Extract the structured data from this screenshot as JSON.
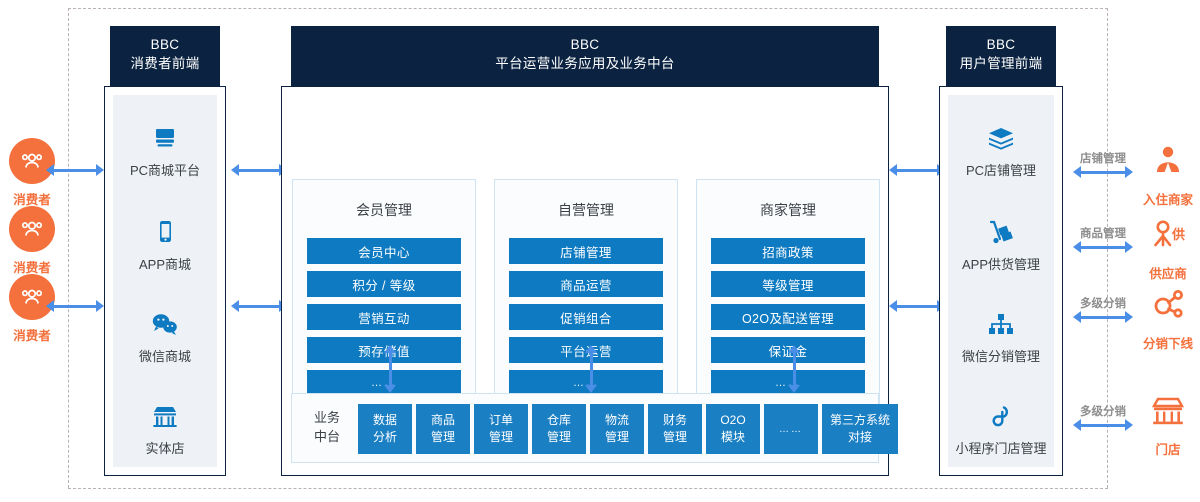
{
  "left_panel": {
    "header_line1": "BBC",
    "header_line2": "消费者前端",
    "items": [
      {
        "label": "PC商城平台",
        "icon": "monitor-icon"
      },
      {
        "label": "APP商城",
        "icon": "mobile-phone-icon"
      },
      {
        "label": "微信商城",
        "icon": "wechat-icon"
      },
      {
        "label": "实体店",
        "icon": "storefront-icon"
      }
    ]
  },
  "center_panel": {
    "header_line1": "BBC",
    "header_line2": "平台运营业务应用及业务中台",
    "categories": [
      {
        "title": "会员管理",
        "chips": [
          "会员中心",
          "积分 / 等级",
          "营销互动",
          "预存储值",
          "……"
        ]
      },
      {
        "title": "自营管理",
        "chips": [
          "店铺管理",
          "商品运营",
          "促销组合",
          "平台运营",
          "……"
        ]
      },
      {
        "title": "商家管理",
        "chips": [
          "招商政策",
          "等级管理",
          "O2O及配送管理",
          "保证金",
          "……"
        ]
      }
    ],
    "middle_platform": {
      "title_line1": "业务",
      "title_line2": "中台",
      "chips": [
        {
          "line1": "数据",
          "line2": "分析"
        },
        {
          "line1": "商品",
          "line2": "管理"
        },
        {
          "line1": "订单",
          "line2": "管理"
        },
        {
          "line1": "仓库",
          "line2": "管理"
        },
        {
          "line1": "物流",
          "line2": "管理"
        },
        {
          "line1": "财务",
          "line2": "管理"
        },
        {
          "line1": "O2O",
          "line2": "模块"
        },
        {
          "line1": "……",
          "line2": ""
        },
        {
          "line1": "第三方系统",
          "line2": "对接"
        }
      ]
    }
  },
  "right_panel": {
    "header_line1": "BBC",
    "header_line2": "用户管理前端",
    "items": [
      {
        "label": "PC店铺管理",
        "icon": "layers-icon"
      },
      {
        "label": "APP供货管理",
        "icon": "hand-truck-icon"
      },
      {
        "label": "微信分销管理",
        "icon": "org-tree-icon"
      },
      {
        "label": "小程序门店管理",
        "icon": "mini-program-icon"
      }
    ]
  },
  "left_actors": [
    {
      "label": "消费者",
      "icon": "users-group-icon"
    },
    {
      "label": "消费者",
      "icon": "users-group-icon"
    },
    {
      "label": "消费者",
      "icon": "users-group-icon"
    }
  ],
  "right_actors": [
    {
      "label": "入住商家",
      "icon": "merchant-person-icon",
      "connector_label": "店铺管理"
    },
    {
      "label": "供应商",
      "icon": "supplier-person-icon",
      "connector_label": "商品管理"
    },
    {
      "label": "分销下线",
      "icon": "share-network-icon",
      "connector_label": "多级分销"
    },
    {
      "label": "门店",
      "icon": "store-front-icon",
      "connector_label": "多级分销"
    }
  ],
  "colors": {
    "header_navy": "#0b2340",
    "chip_blue": "#0d7ac2",
    "arrow_blue": "#4b8ee8",
    "actor_orange": "#f4703c",
    "panel_inner": "#eef2f6",
    "connector_label_gray": "#8d8d8d"
  }
}
